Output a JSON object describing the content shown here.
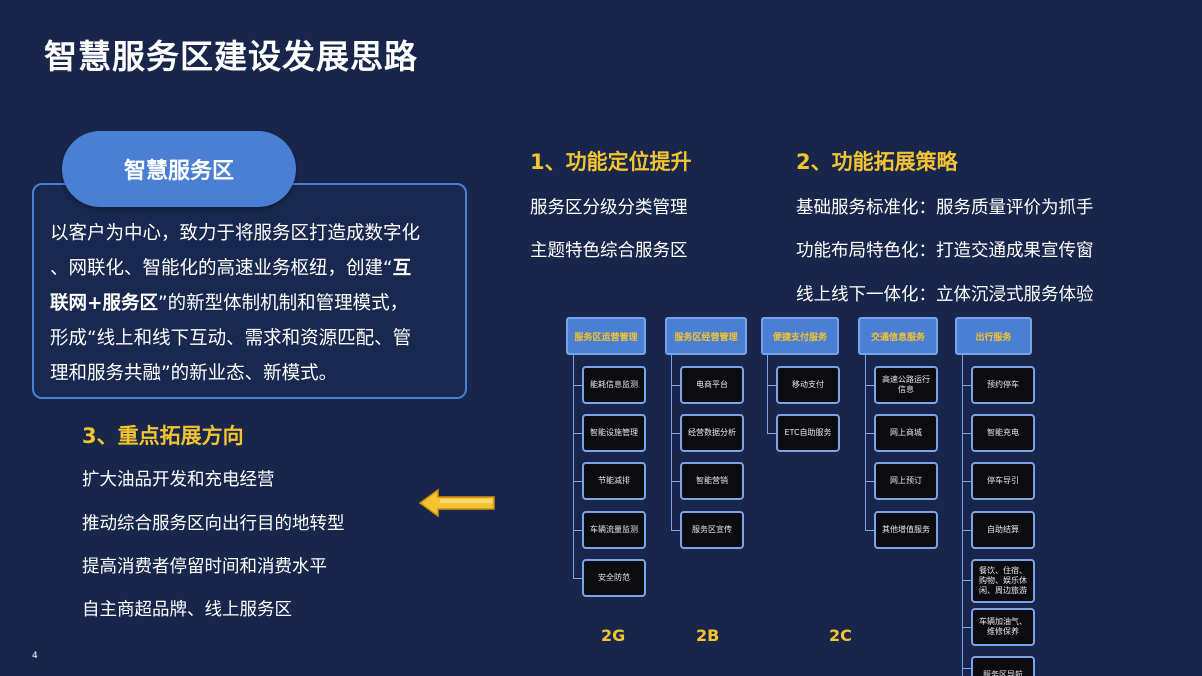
{
  "slide": {
    "title": "智慧服务区建设发展思路",
    "page_number": "4"
  },
  "card": {
    "pill_label": "智慧服务区",
    "text_1": "以客户为中心，致力于将服务区打造成数字化",
    "text_2": "、网联化、智能化的高速业务枢纽，创建“",
    "text_2_bold": "互",
    "text_3_bold": "联网+服务区",
    "text_3": "”的新型体制机制和管理模式，",
    "text_4": "形成“线上和线下互动、需求和资源匹配、管",
    "text_5": "理和服务共融”的新业态、新模式。"
  },
  "section1": {
    "heading": "1、功能定位提升",
    "items": [
      "服务区分级分类管理",
      "主题特色综合服务区"
    ]
  },
  "section2": {
    "heading": "2、功能拓展策略",
    "items": [
      "基础服务标准化：服务质量评价为抓手",
      "功能布局特色化：打造交通成果宣传窗",
      "线上线下一体化：立体沉浸式服务体验"
    ]
  },
  "section3": {
    "heading": "3、重点拓展方向",
    "items": [
      "扩大油品开发和充电经营",
      "推动综合服务区向出行目的地转型",
      "提高消费者停留时间和消费水平",
      "自主商超品牌、线上服务区"
    ]
  },
  "tree": {
    "columns": [
      {
        "header": "服务区运营管理",
        "children": [
          "能耗信息监测",
          "智能设施管理",
          "节能减排",
          "车辆流量监测",
          "安全防范"
        ]
      },
      {
        "header": "服务区经营管理",
        "children": [
          "电商平台",
          "经营数据分析",
          "智能营销",
          "服务区宣传"
        ]
      },
      {
        "header": "便捷支付服务",
        "children": [
          "移动支付",
          "ETC自助服务"
        ]
      },
      {
        "header": "交通信息服务",
        "children": [
          "高速公路运行信息",
          "网上商城",
          "网上预订",
          "其他增值服务"
        ]
      },
      {
        "header": "出行服务",
        "children": [
          "预约停车",
          "智能充电",
          "停车导引",
          "自助结算",
          "餐饮、住宿、购物、娱乐休闲、周边旅游",
          "车辆加油气、维修保养",
          "服务区导航"
        ]
      }
    ],
    "generations": [
      "2G",
      "2B",
      "2C"
    ]
  },
  "colors": {
    "background": "#17264a",
    "accent_blue": "#4a7fd4",
    "heading_gold": "#f4c430",
    "arrow_gold": "#f4c430"
  },
  "icons": {
    "arrow": "left-arrow-icon"
  }
}
